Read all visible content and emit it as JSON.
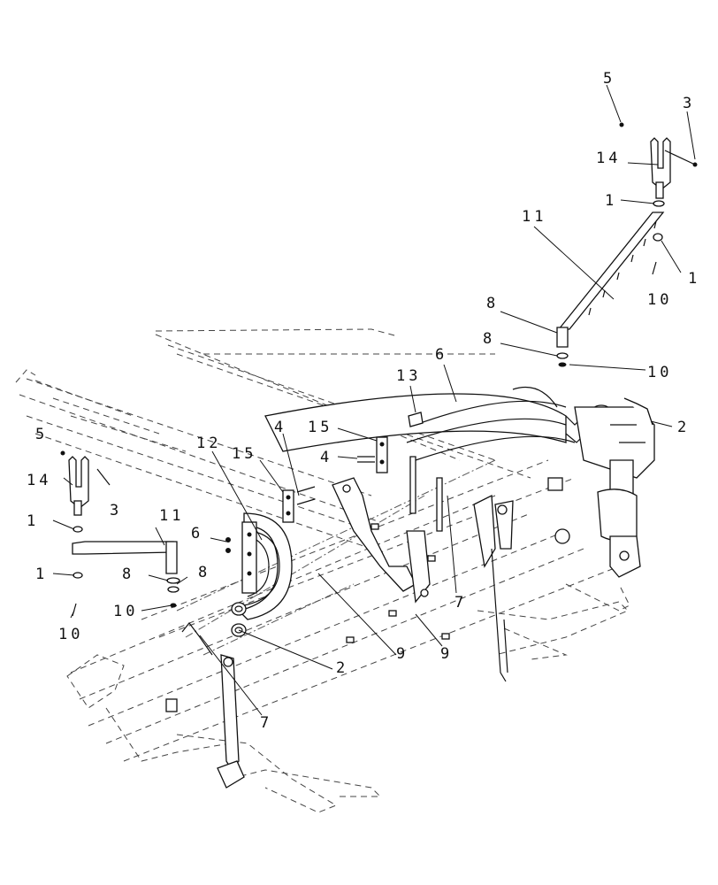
{
  "callouts": [
    {
      "id": "c5a",
      "text": "5"
    },
    {
      "id": "c3a",
      "text": "3"
    },
    {
      "id": "c14a",
      "text": "14"
    },
    {
      "id": "c1a",
      "text": "1"
    },
    {
      "id": "c11a",
      "text": "11"
    },
    {
      "id": "c1b",
      "text": "1"
    },
    {
      "id": "c10a",
      "text": "10"
    },
    {
      "id": "c8a",
      "text": "8"
    },
    {
      "id": "c8b",
      "text": "8"
    },
    {
      "id": "c10b",
      "text": "10"
    },
    {
      "id": "c6a",
      "text": "6"
    },
    {
      "id": "c13",
      "text": "13"
    },
    {
      "id": "c2a",
      "text": "2"
    },
    {
      "id": "c15a",
      "text": "15"
    },
    {
      "id": "c4a",
      "text": "4"
    },
    {
      "id": "c4b",
      "text": "4"
    },
    {
      "id": "c5b",
      "text": "5"
    },
    {
      "id": "c12",
      "text": "12"
    },
    {
      "id": "c15b",
      "text": "15"
    },
    {
      "id": "c14b",
      "text": "14"
    },
    {
      "id": "c3b",
      "text": "3"
    },
    {
      "id": "c1c",
      "text": "1"
    },
    {
      "id": "c11b",
      "text": "11"
    },
    {
      "id": "c6b",
      "text": "6"
    },
    {
      "id": "c1d",
      "text": "1"
    },
    {
      "id": "c8c",
      "text": "8"
    },
    {
      "id": "c8d",
      "text": "8"
    },
    {
      "id": "c10c",
      "text": "10"
    },
    {
      "id": "c10d",
      "text": "10"
    },
    {
      "id": "c7a",
      "text": "7"
    },
    {
      "id": "c9a",
      "text": "9"
    },
    {
      "id": "c9b",
      "text": "9"
    },
    {
      "id": "c2b",
      "text": "2"
    },
    {
      "id": "c7b",
      "text": "7"
    }
  ],
  "colors": {
    "line": "#111111",
    "background": "#ffffff"
  }
}
